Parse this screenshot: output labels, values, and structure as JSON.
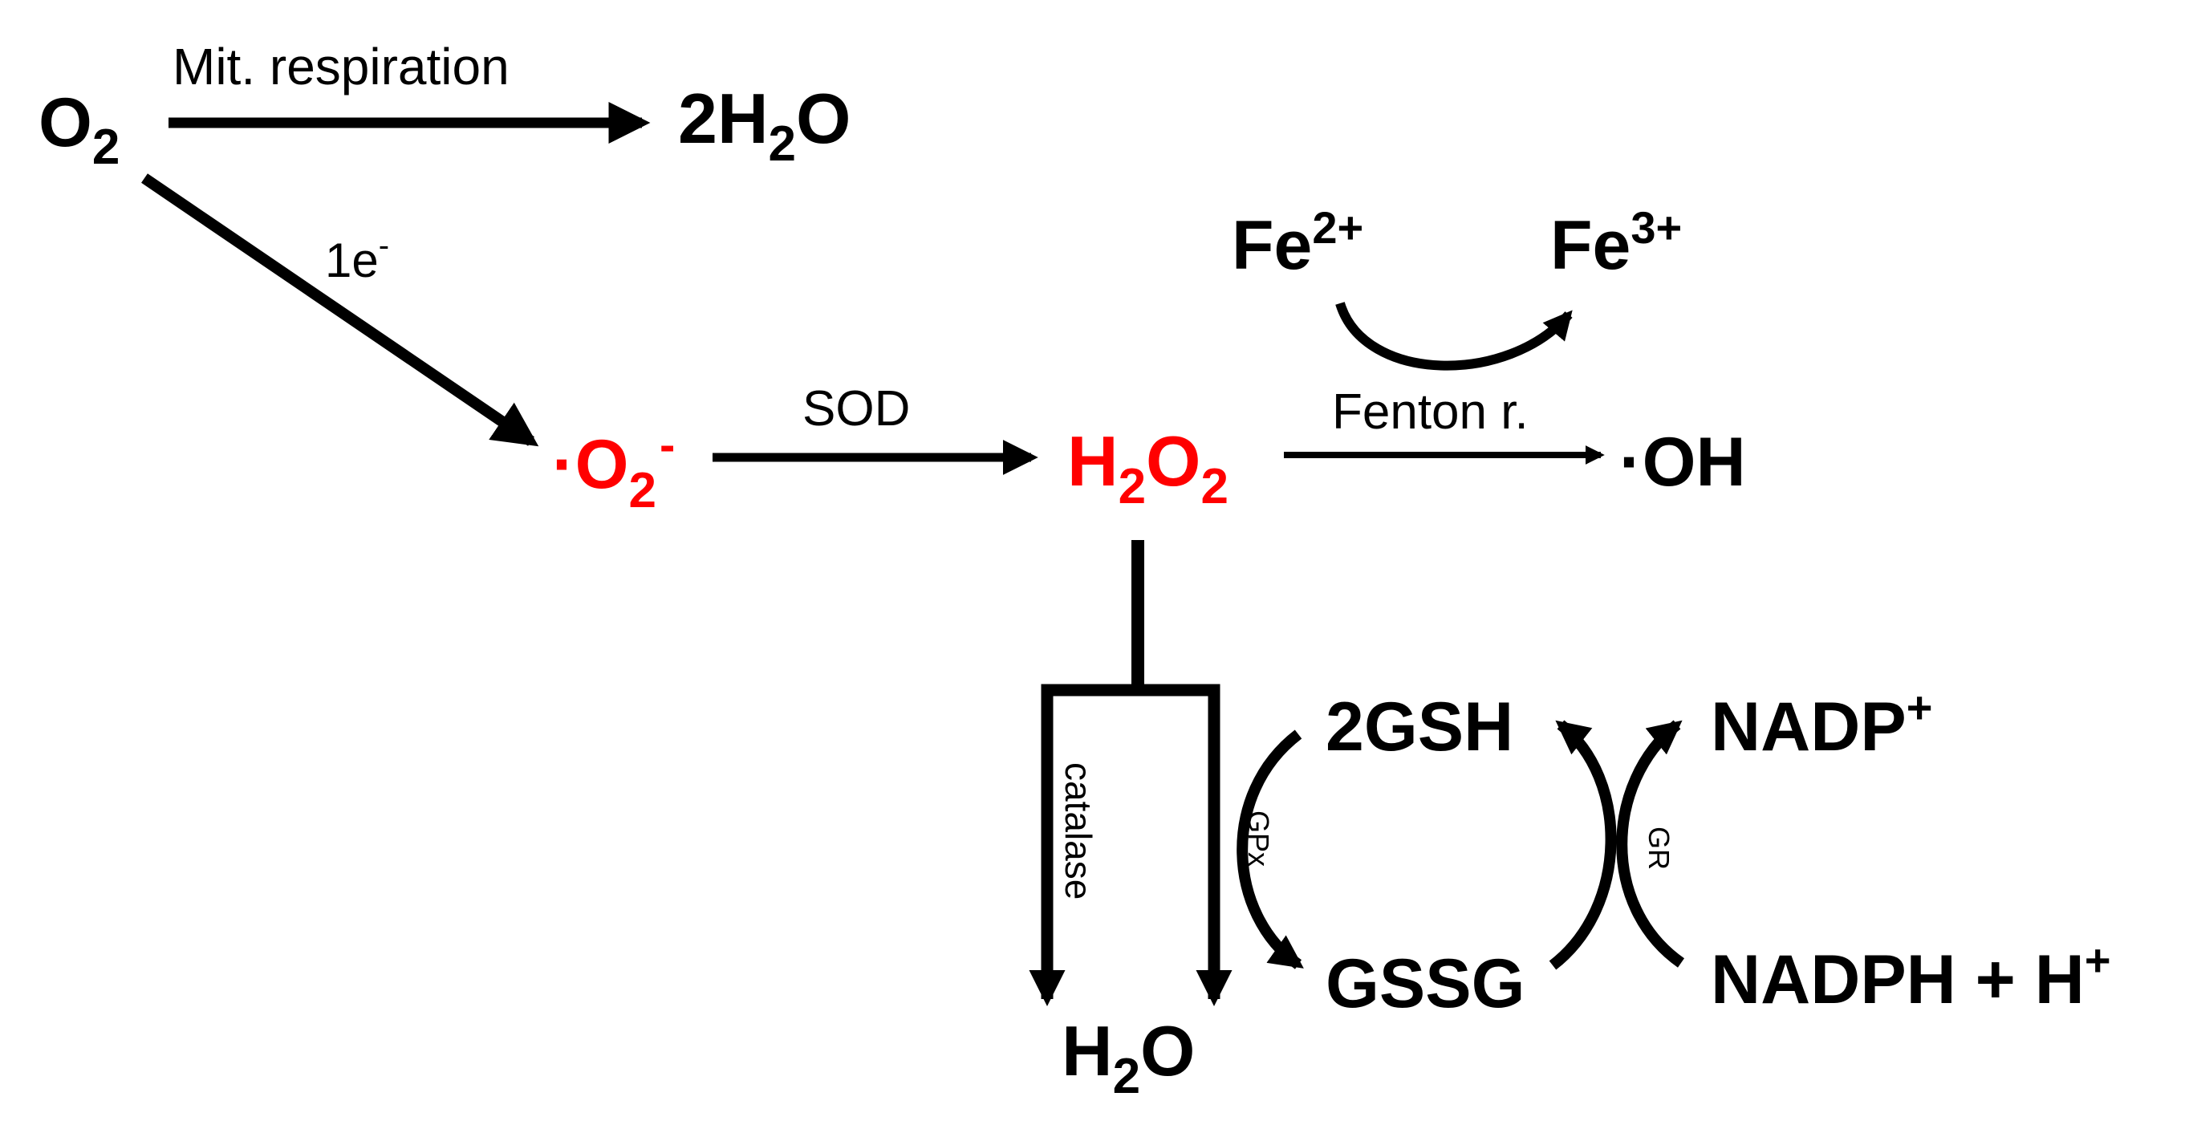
{
  "colors": {
    "ink": "#000000",
    "highlight": "#ff0000",
    "background": "#ffffff"
  },
  "species": {
    "o2": {
      "base": "O",
      "sub": "2"
    },
    "water_mit": {
      "coef": "2",
      "base": "H",
      "sub": "2",
      "tail": "O"
    },
    "superoxide": {
      "dot": "·",
      "base": "O",
      "sub": "2",
      "sup": "-"
    },
    "h2o2": {
      "base1": "H",
      "sub1": "2",
      "base2": "O",
      "sub2": "2"
    },
    "hydroxyl": {
      "text": "·OH"
    },
    "fe2": {
      "base": "Fe",
      "sup": "2+"
    },
    "fe3": {
      "base": "Fe",
      "sup": "3+"
    },
    "gsh": {
      "text": "2GSH"
    },
    "gssg": {
      "text": "GSSG"
    },
    "nadp": {
      "base": "NADP",
      "sup": "+"
    },
    "nadph": {
      "base": "NADPH + H",
      "sup": "+"
    },
    "water_out": {
      "base": "H",
      "sub": "2",
      "tail": "O"
    }
  },
  "labels": {
    "mit_respiration": "Mit. respiration",
    "one_electron": {
      "base": "1e",
      "sup": "-"
    },
    "sod": "SOD",
    "fenton": "Fenton r.",
    "catalase": "catalase",
    "gpx": "GPx",
    "gr": "GR"
  }
}
